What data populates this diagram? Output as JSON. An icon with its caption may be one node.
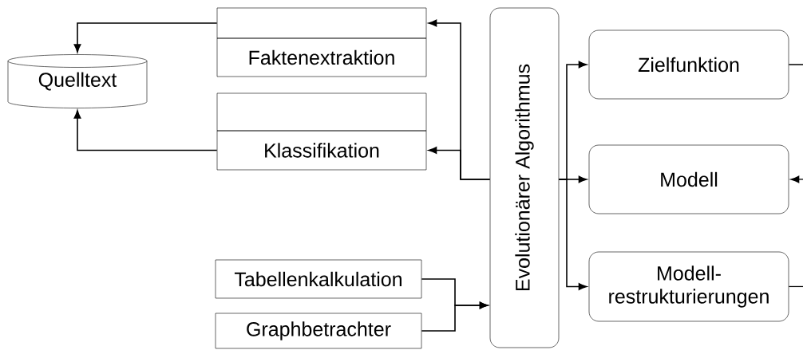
{
  "diagram": {
    "nodes": [
      {
        "text": [
          "Quelltext"
        ]
      },
      {
        "text": [],
        "shape": "box"
      },
      {
        "text": [
          "Faktenextraktion"
        ]
      },
      {
        "text": [],
        "shape": "box"
      },
      {
        "text": [
          "Klassifikation"
        ]
      },
      {
        "text": [
          "Tabellenkalkulation"
        ]
      },
      {
        "text": [
          "Graphbetrachter"
        ]
      },
      {
        "text": [
          "Evolutionärer Algorithmus"
        ]
      },
      {
        "text": [
          "Zielfunktion"
        ]
      },
      {
        "text": [
          "Modell"
        ]
      },
      {
        "text": [
          "Modell- restrukturierungen"
        ]
      }
    ],
    "edges": [
      {
        "from": 1,
        "to": 0,
        "arrow": "to"
      },
      {
        "from": 4,
        "to": 0,
        "arrow": "to"
      },
      {
        "from": 7,
        "to": 1,
        "arrow": "to"
      },
      {
        "from": 7,
        "to": 4,
        "arrow": "to"
      },
      {
        "from": 5,
        "to": 7,
        "arrow": "to"
      },
      {
        "from": 6,
        "to": 7,
        "arrow": "to"
      },
      {
        "from": 7,
        "to": 8,
        "arrow": "to"
      },
      {
        "from": 7,
        "to": 9,
        "arrow": "to"
      },
      {
        "from": 7,
        "to": 10,
        "arrow": "to"
      },
      {
        "from": 8,
        "to": null,
        "arrow": "none"
      },
      {
        "from": null,
        "to": 9,
        "arrow": "to"
      },
      {
        "from": 10,
        "to": null,
        "arrow": "none"
      }
    ]
  }
}
